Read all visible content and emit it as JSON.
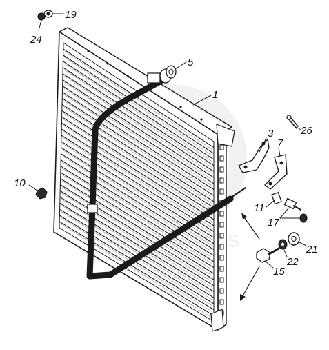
{
  "diagram": {
    "colors": {
      "ink": "#1a1a1a",
      "background": "#ffffff",
      "watermark": "#d9d9d9"
    },
    "callouts": [
      {
        "id": "c19",
        "label": "19"
      },
      {
        "id": "c24",
        "label": "24"
      },
      {
        "id": "c5",
        "label": "5"
      },
      {
        "id": "c1",
        "label": "1"
      },
      {
        "id": "c26",
        "label": "26"
      },
      {
        "id": "c3",
        "label": "3"
      },
      {
        "id": "c7",
        "label": "7"
      },
      {
        "id": "c10",
        "label": "10"
      },
      {
        "id": "c11",
        "label": "11"
      },
      {
        "id": "c17",
        "label": "17"
      },
      {
        "id": "c21",
        "label": "21"
      },
      {
        "id": "c22",
        "label": "22"
      },
      {
        "id": "c15",
        "label": "15"
      }
    ],
    "watermark_text": "S"
  }
}
